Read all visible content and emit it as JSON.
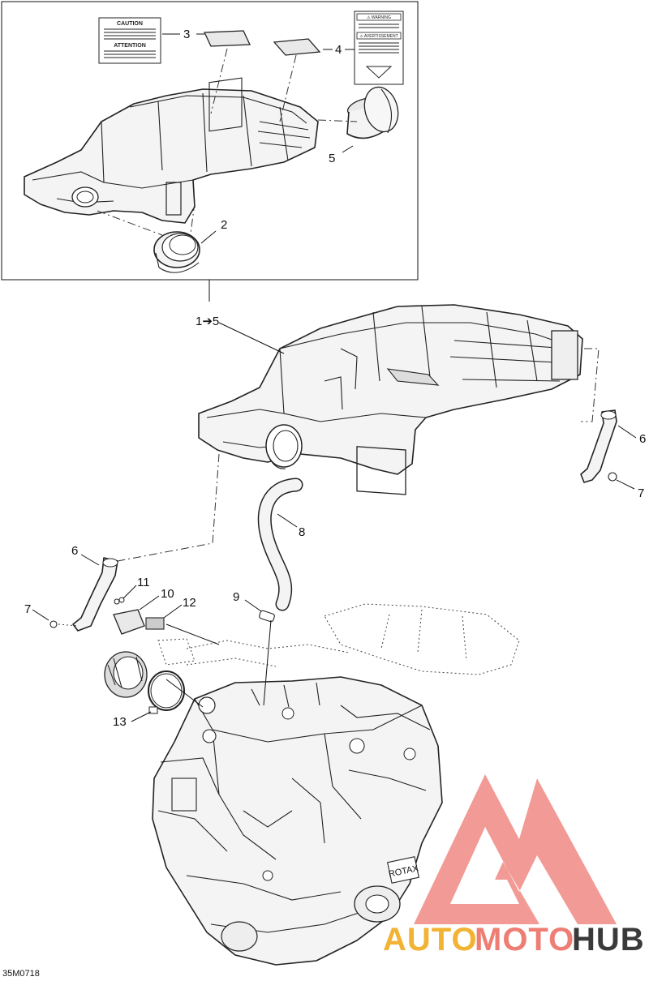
{
  "figure": {
    "reference": "35M0718",
    "assembly_callout": "1➔5"
  },
  "callouts": {
    "c2": "2",
    "c3": "3",
    "c4": "4",
    "c5": "5",
    "c6_right": "6",
    "c7_right": "7",
    "c8": "8",
    "c6_left": "6",
    "c7_left": "7",
    "c9": "9",
    "c10": "10",
    "c11": "11",
    "c12": "12",
    "c13": "13"
  },
  "labels": {
    "caution_head": "CAUTION",
    "attention_head": "ATTENTION",
    "warning_head": "⚠ WARNING",
    "avertissement_head": "⚠ AVERTISSEMENT"
  },
  "engine_brand": "ROTAX",
  "watermark": {
    "part1": "AUTO",
    "part2": "MOTO",
    "part3": "HUB",
    "colors": {
      "triangle": "#f08a84",
      "auto": "#f2b233",
      "moto": "#ee7d73",
      "hub": "#3a3a3a"
    }
  }
}
